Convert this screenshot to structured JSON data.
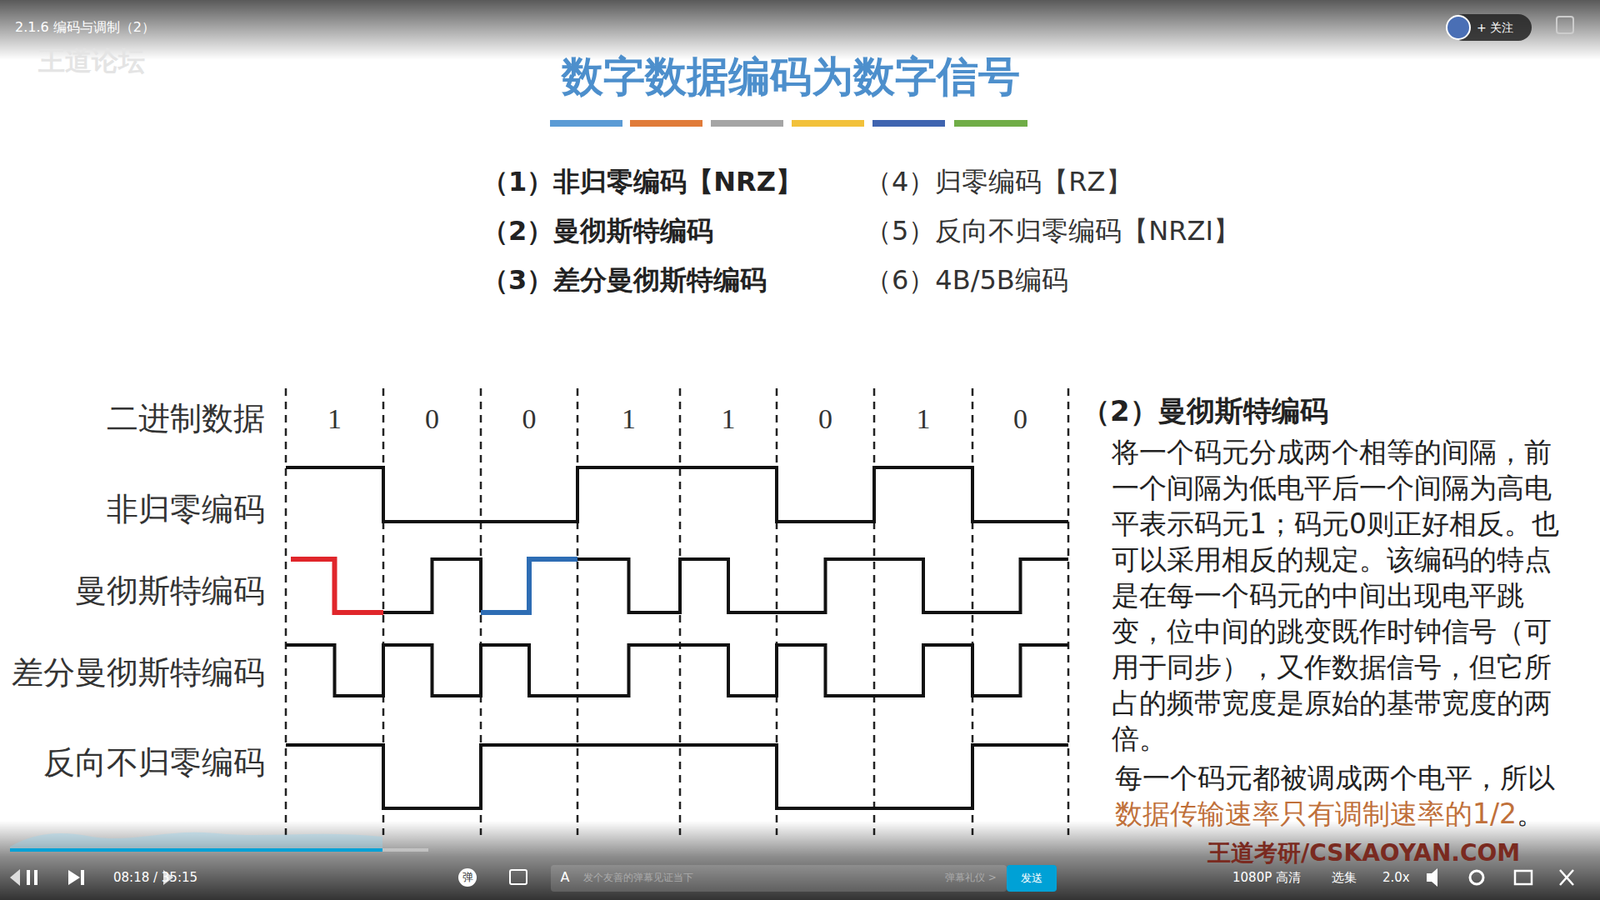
{
  "diagram": {
    "title": "数字数据编码为数字信号",
    "labels": [
      "2.1.6 编码与调制（2）",
      "王道论坛",
      "+ 关注",
      "（1）非归零编码【NRZ】",
      "（2）曼彻斯特编码",
      "（3）差分曼彻斯特编码",
      "（4）归零编码【RZ】",
      "（5）反向不归零编码【NRZI】",
      "（6）4B/5B编码",
      "二进制数据",
      "1",
      "0",
      "0",
      "1",
      "1",
      "0",
      "1",
      "0",
      "非归零编码",
      "曼彻斯特编码",
      "差分曼彻斯特编码",
      "反向不归零编码",
      "（2）曼彻斯特编码",
      "将一个码元分成两个相等的间隔，前一个间隔为低电平后一个间隔为高电平表示码元1；码元0则正好相反。也可以采用相反的规定。该编码的特点是在每一个码元的中间出现电平跳变，位中间的跳变既作时钟信号（可用于同步），又作数据信号，但它所占的频带宽度是原始的基带宽度的两倍。",
      "每一个码元都被调成两个电平，所以",
      "数据传输速率只有调制速率的1/2",
      "。",
      "08:18 / 35:15",
      "弹",
      "A",
      "发个友善的弹幕见证当下",
      "弹幕礼仪 >",
      "发送",
      "1080P 高清",
      "选集",
      "2.0x",
      "王道考研/CSKAOYAN.COM"
    ]
  }
}
